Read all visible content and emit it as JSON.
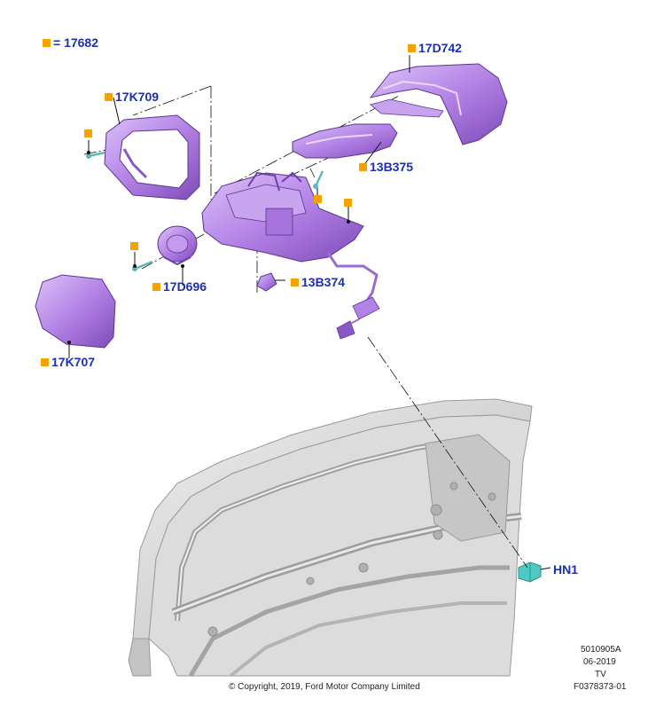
{
  "legend": {
    "equals": "=",
    "code": "17682"
  },
  "callouts": [
    {
      "id": "17D742"
    },
    {
      "id": "17K709"
    },
    {
      "id": "13B375"
    },
    {
      "id": "17D696"
    },
    {
      "id": "13B374"
    },
    {
      "id": "17K707"
    },
    {
      "id": "HN1"
    }
  ],
  "footer": {
    "ref": "5010905A",
    "date": "06-2019",
    "tag": "TV",
    "fig": "F0378373-01",
    "copyright": "© Copyright, 2019, Ford Motor Company Limited"
  },
  "colors": {
    "part_fill": "#b382e6",
    "part_dark": "#7e4bb8",
    "part_light": "#d9bdf5",
    "label": "#1c2fb3",
    "marker": "#f5a300",
    "door": "#d3d3d3",
    "door_dark": "#a8a8a8",
    "connector": "#4fc9c4"
  }
}
